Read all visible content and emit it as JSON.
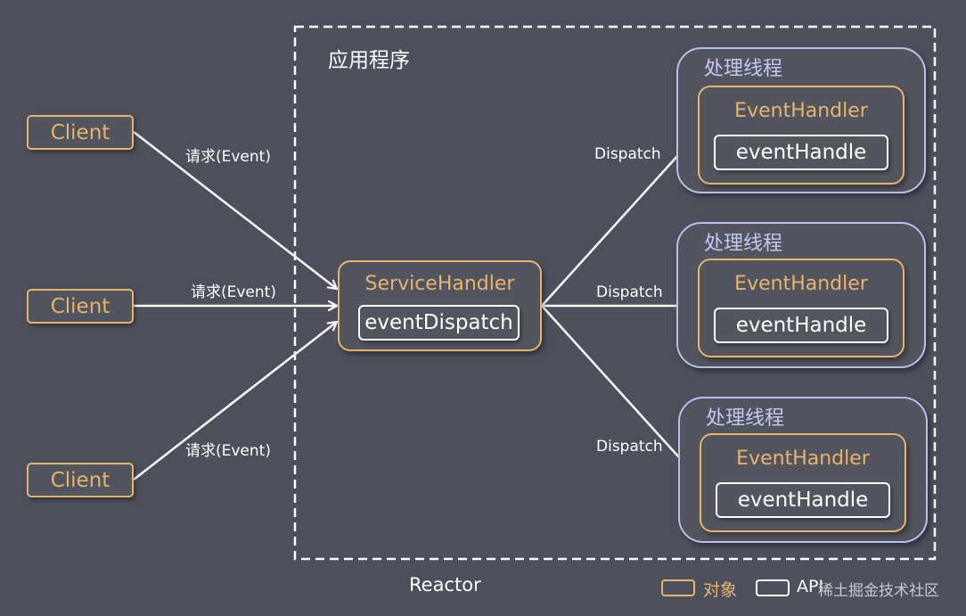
{
  "reactor": {
    "app_label": "应用程序",
    "reactor_label": "Reactor",
    "service_handler": {
      "title": "ServiceHandler",
      "api": "eventDispatch"
    }
  },
  "clients": [
    {
      "label": "Client",
      "request_label": "请求(Event)"
    },
    {
      "label": "Client",
      "request_label": "请求(Event)"
    },
    {
      "label": "Client",
      "request_label": "请求(Event)"
    }
  ],
  "threads": [
    {
      "title": "处理线程",
      "handler_title": "EventHandler",
      "api": "eventHandle",
      "dispatch_label": "Dispatch"
    },
    {
      "title": "处理线程",
      "handler_title": "EventHandler",
      "api": "eventHandle",
      "dispatch_label": "Dispatch"
    },
    {
      "title": "处理线程",
      "handler_title": "EventHandler",
      "api": "eventHandle",
      "dispatch_label": "Dispatch"
    }
  ],
  "legend": {
    "object_label": "对象",
    "api_label": "API"
  },
  "watermark": "稀土掘金技术社区",
  "colors": {
    "background": "#4d505a",
    "object_border": "#e6b46e",
    "thread_border": "#b9c0ea",
    "api_border": "#ffffff",
    "arrow": "#ffffff"
  }
}
